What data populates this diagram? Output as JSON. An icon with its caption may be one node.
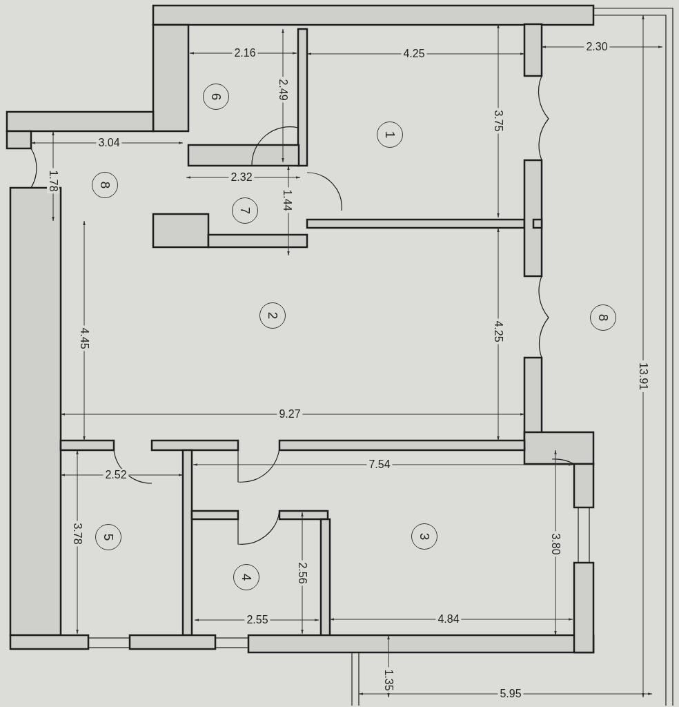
{
  "diagram": {
    "nodes": [
      {
        "text": [
          "6"
        ]
      },
      {
        "text": [
          "1"
        ]
      },
      {
        "text": [
          "8"
        ]
      },
      {
        "text": [
          "7"
        ]
      },
      {
        "text": [
          "2"
        ]
      },
      {
        "text": [
          "8"
        ]
      },
      {
        "text": [
          "3"
        ]
      },
      {
        "text": [
          "5"
        ]
      },
      {
        "text": [
          "4"
        ]
      }
    ],
    "labels": [
      "2.16",
      "2.49",
      "4.25",
      "2.30",
      "3.04",
      "1.78",
      "2.32",
      "1.44",
      "3.75",
      "4.45",
      "4.25",
      "9.27",
      "13.91",
      "2.52",
      "7.54",
      "3.78",
      "2.56",
      "3.80",
      "2.55",
      "4.84",
      "1.35",
      "5.95"
    ]
  }
}
